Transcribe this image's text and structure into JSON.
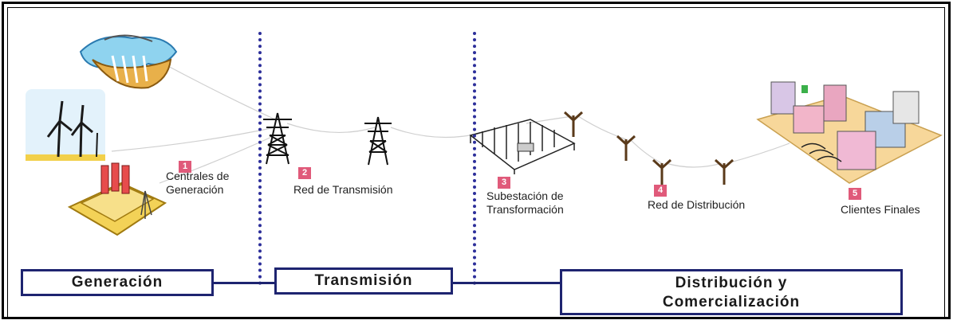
{
  "steps": [
    {
      "number": "1",
      "label_line1": "Centrales de",
      "label_line2": "Generación"
    },
    {
      "number": "2",
      "label_line1": "Red de Transmisión"
    },
    {
      "number": "3",
      "label_line1": "Subestación de",
      "label_line2": "Transformación"
    },
    {
      "number": "4",
      "label_line1": "Red de Distribución"
    },
    {
      "number": "5",
      "label_line1": "Clientes Finales"
    }
  ],
  "stages": {
    "generacion": "Generación",
    "transmision": "Transmisión",
    "distribucion_line1": "Distribución y",
    "distribucion_line2": "Comercialización"
  },
  "colors": {
    "stage_border": "#1e2470",
    "divider": "#2d2f9a",
    "step_badge": "#e05a7a"
  },
  "icons": [
    "hydro-dam-icon",
    "wind-turbines-icon",
    "power-plant-icon",
    "transmission-tower-icon",
    "substation-icon",
    "distribution-pole-icon",
    "city-buildings-icon"
  ]
}
